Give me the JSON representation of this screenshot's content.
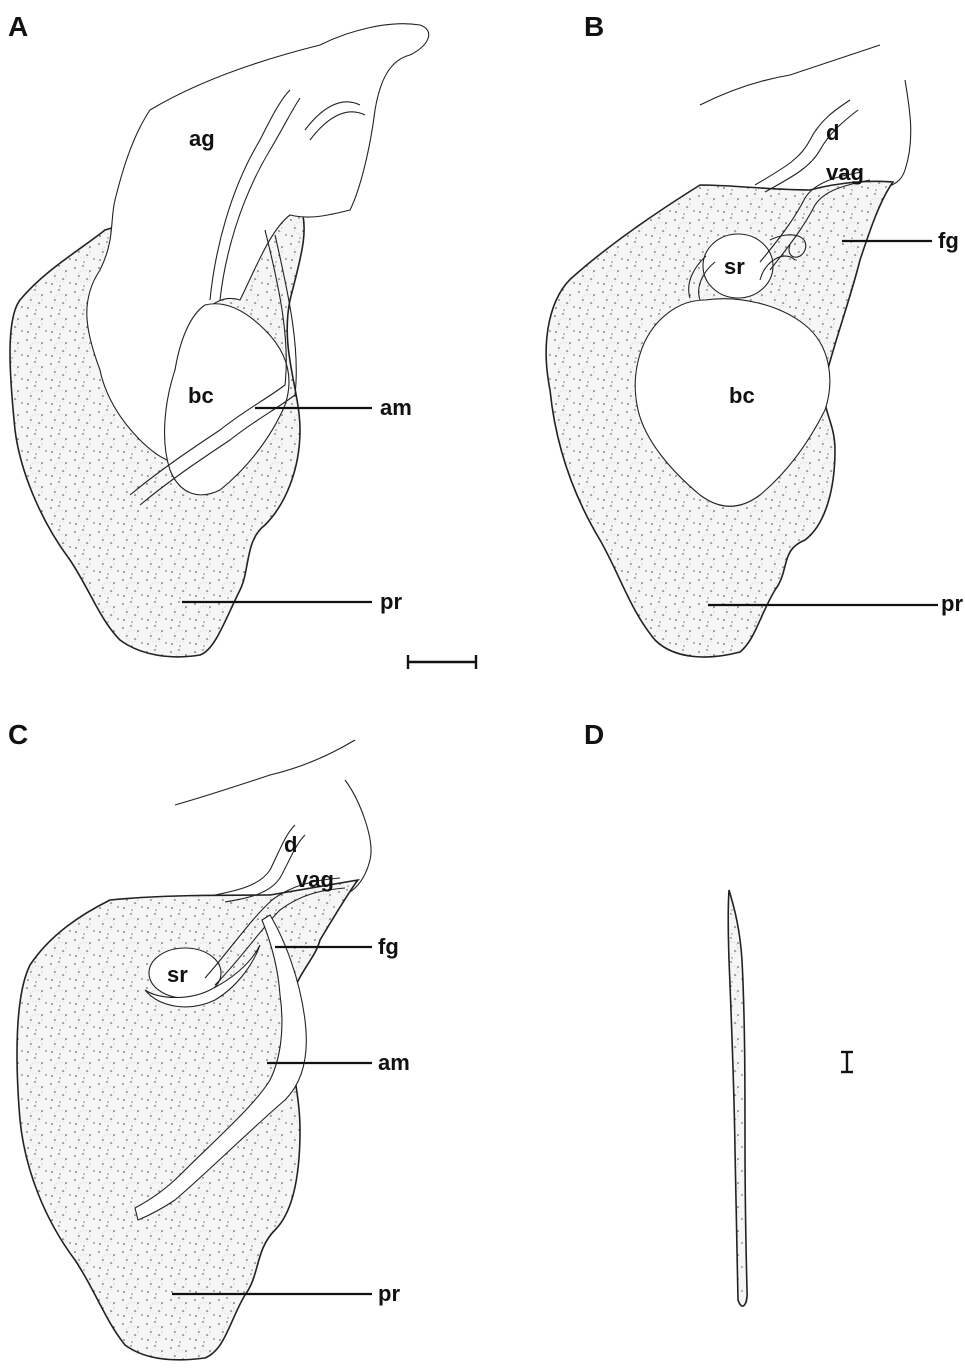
{
  "panels": {
    "A": {
      "letter": "A",
      "labels": {
        "ag": "ag",
        "bc": "bc",
        "am": "am",
        "pr": "pr"
      }
    },
    "B": {
      "letter": "B",
      "labels": {
        "d": "d",
        "vag": "vag",
        "fg": "fg",
        "sr": "sr",
        "bc": "bc",
        "pr": "pr"
      }
    },
    "C": {
      "letter": "C",
      "labels": {
        "d": "d",
        "vag": "vag",
        "fg": "fg",
        "sr": "sr",
        "am": "am",
        "pr": "pr"
      }
    },
    "D": {
      "letter": "D"
    }
  },
  "colors": {
    "ink": "#111111",
    "paper": "#ffffff",
    "stipple": "#444444"
  }
}
